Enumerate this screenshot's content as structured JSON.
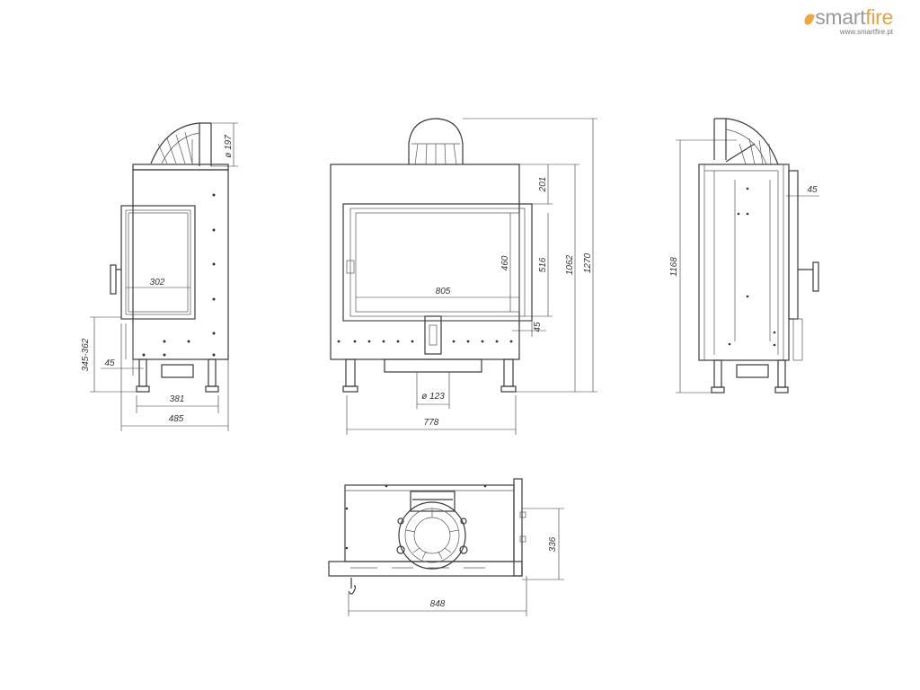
{
  "brand": {
    "name_a": "smart",
    "name_b": "fire",
    "url": "www.smartfire.pt",
    "colors": {
      "grey": "#9a9a9a",
      "orange": "#e6a24a"
    }
  },
  "dims": {
    "left": {
      "d197": "ø 197",
      "w302": "302",
      "h345": "345-362",
      "l45": "45",
      "w381": "381",
      "w485": "485"
    },
    "front": {
      "h201": "201",
      "h460": "460",
      "w805": "805",
      "h516": "516",
      "h1062": "1062",
      "h1270": "1270",
      "h45": "45",
      "d123": "ø 123",
      "w778": "778"
    },
    "side": {
      "l45": "45",
      "h1168": "1168"
    },
    "top": {
      "h336": "336",
      "w848": "848"
    }
  }
}
